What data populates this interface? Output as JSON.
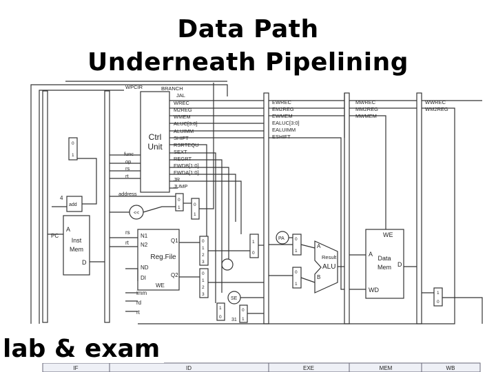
{
  "slide": {
    "title_line1": "Data Path",
    "title_line2": "Underneath Pipelining",
    "caption": "lab & exam"
  },
  "ctrl_unit": {
    "label_line1": "Ctrl",
    "label_line2": "Unit",
    "outputs": [
      "WPCIR",
      "BRANCH",
      "JAL",
      "WREC",
      "M2REG",
      "WMEM",
      "ALUC[3:0]",
      "ALUIMM",
      "SHIFT",
      "RSRTEQU",
      "SEXT",
      "REGRT",
      "FWDB[1:0]",
      "FWDA[1:0]",
      "JR",
      "JUMP"
    ],
    "inputs": [
      "func",
      "op",
      "rs",
      "rt"
    ]
  },
  "ex_signals": [
    "EWREC",
    "EM2REG",
    "EWMEM",
    "EALUC[3:0]",
    "EALUIMM",
    "ESHIFT"
  ],
  "mem_signals": [
    "MWREC",
    "MM2REG",
    "MWMEM"
  ],
  "wb_signals": [
    "WWREC",
    "WM2REG"
  ],
  "inst_mem": {
    "a": "A",
    "name1": "Inst",
    "name2": "Mem",
    "d": "D"
  },
  "regfile": {
    "n1": "N1",
    "n2": "N2",
    "q1": "Q1",
    "q2": "Q2",
    "nd": "ND",
    "di": "DI",
    "we": "WE",
    "name": "Reg.File",
    "imm": "imm",
    "rd": "rd",
    "rt": "rt",
    "rs": "rs"
  },
  "alu": {
    "a": "A",
    "b": "B",
    "result": "Result",
    "name": "ALU"
  },
  "data_mem": {
    "we": "WE",
    "a": "A",
    "name1": "Data",
    "name2": "Mem",
    "d": "D",
    "wd": "WD"
  },
  "misc": {
    "pc": "PC",
    "four": "4",
    "add": "add",
    "address": "address",
    "shift": "<<",
    "pa": "PA",
    "se": "SE",
    "thirtyone": "31"
  },
  "mux_labels": {
    "m0": "0",
    "m1": "1",
    "m2": "2",
    "m3": "3"
  },
  "stages": [
    "IF",
    "ID",
    "EXE",
    "MEM",
    "WB"
  ]
}
